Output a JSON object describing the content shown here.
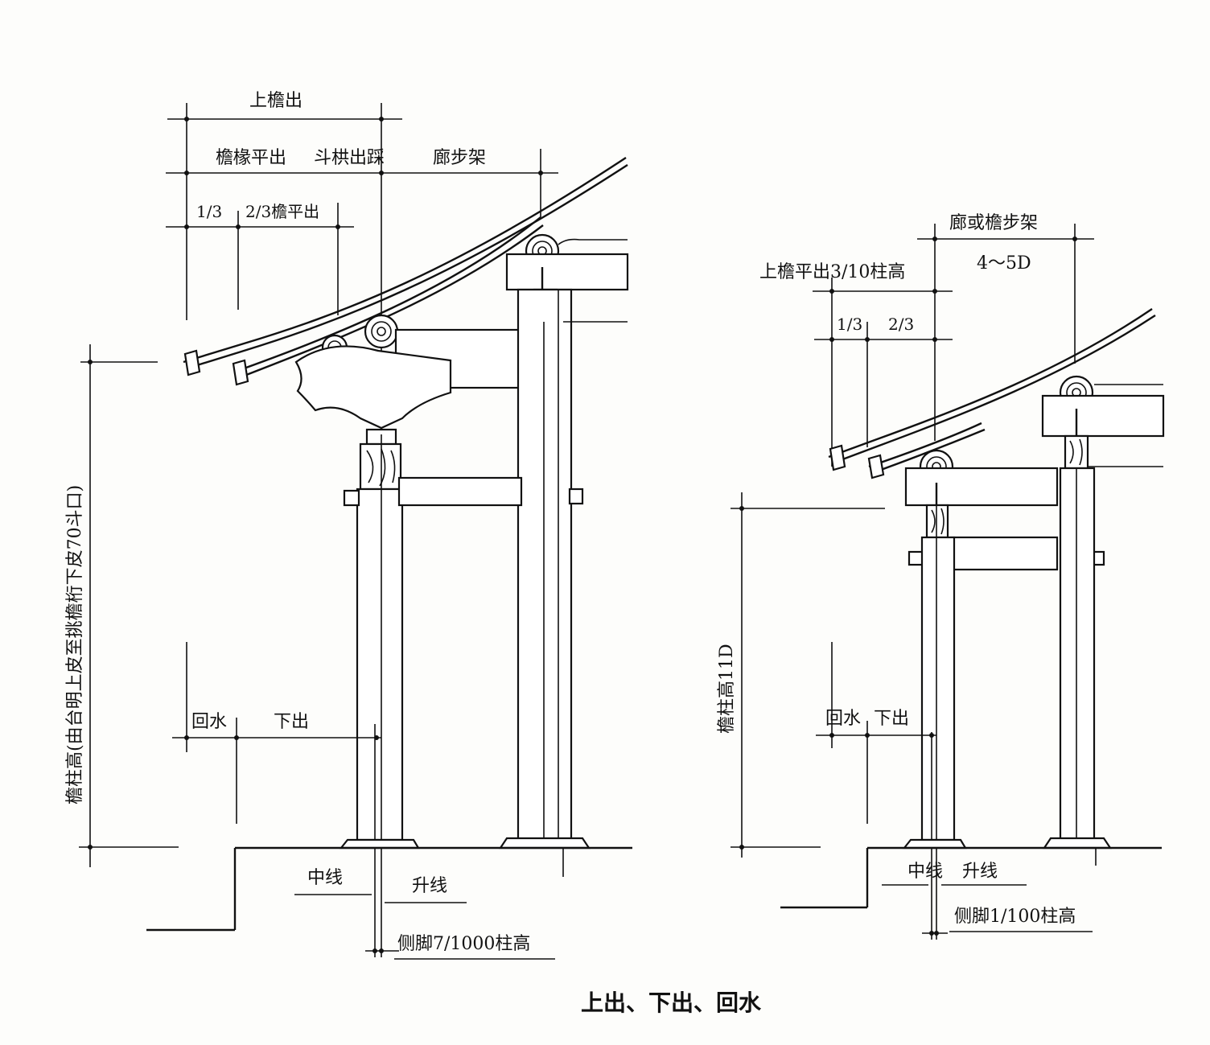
{
  "caption": "上出、下出、回水",
  "left_diagram": {
    "shang_yan_chu": "上檐出",
    "yan_chuan_ping_chu": "檐椽平出",
    "dou_gong_chu_cai": "斗栱出踩",
    "lang_bu_jia": "廊步架",
    "third": "1/3",
    "two_thirds_eave": "2/3檐平出",
    "column_height_vertical": "檐柱高(由台明上皮至挑檐桁下皮70斗口)",
    "hui_shui": "回水",
    "xia_chu": "下出",
    "zhong_xian": "中线",
    "sheng_xian": "升线",
    "ce_jiao": "侧脚7/1000柱高"
  },
  "right_diagram": {
    "lang_huo_yan_bu_jia": "廊或檐步架",
    "lang_dim": "4～5D",
    "shang_yan_ping_chu": "上檐平出3/10柱高",
    "third": "1/3",
    "two_thirds": "2/3",
    "column_height_vertical": "檐柱高11D",
    "hui_shui": "回水",
    "xia_chu": "下出",
    "zhong_xian": "中线",
    "sheng_xian": "升线",
    "ce_jiao": "侧脚1/100柱高"
  }
}
